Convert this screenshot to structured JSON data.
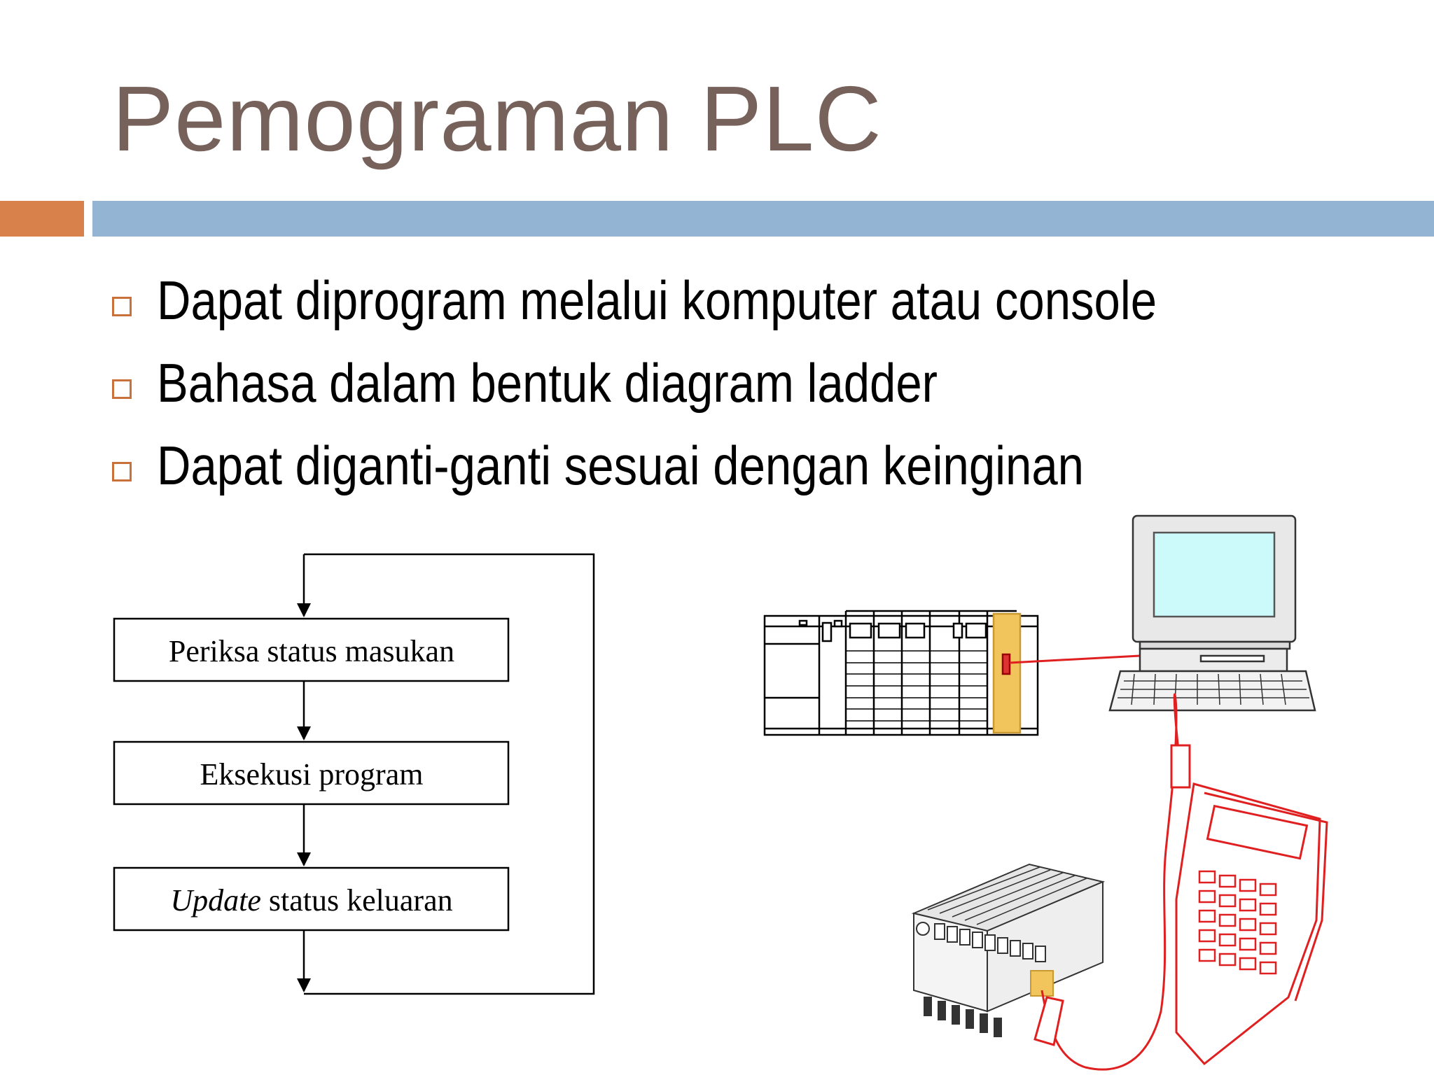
{
  "slide": {
    "title": "Pemograman PLC",
    "accent_colors": {
      "title": "#76625a",
      "bar_orange": "#d9814a",
      "bar_blue": "#93b5d3",
      "bullet": "#c9713b"
    }
  },
  "bullets": [
    {
      "icon": "hollow-square-bullet-icon",
      "text": "Dapat diprogram melalui komputer atau console"
    },
    {
      "icon": "hollow-square-bullet-icon",
      "text": "Bahasa dalam bentuk diagram ladder"
    },
    {
      "icon": "hollow-square-bullet-icon",
      "text": "Dapat diganti-ganti sesuai dengan keinginan"
    }
  ],
  "flowchart": {
    "steps": [
      {
        "text": "Periksa status masukan"
      },
      {
        "text": "Eksekusi program"
      },
      {
        "italic": "Update",
        "text": " status keluaran"
      }
    ]
  },
  "illustrations": [
    {
      "icon": "plc-rack-icon"
    },
    {
      "icon": "computer-terminal-icon"
    },
    {
      "icon": "compact-plc-icon"
    },
    {
      "icon": "handheld-programming-console-icon"
    }
  ]
}
